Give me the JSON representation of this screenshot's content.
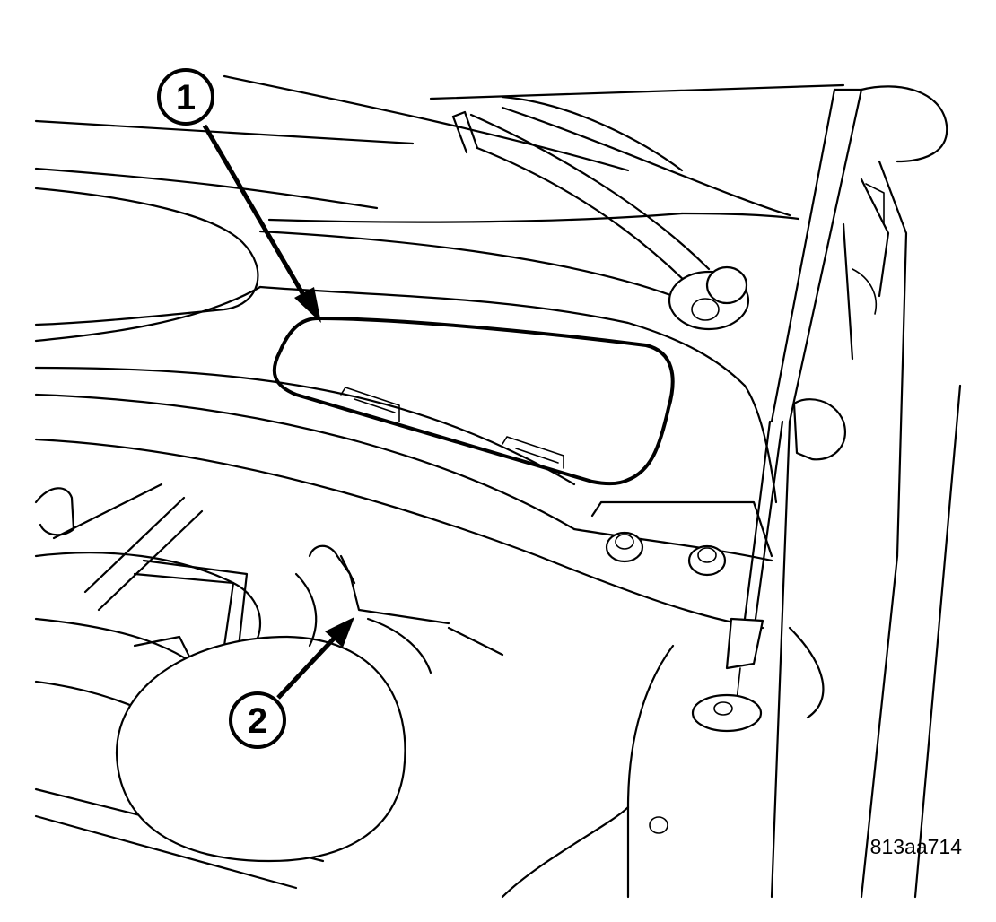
{
  "callouts": [
    {
      "number": "1",
      "target": "access-cover-opening"
    },
    {
      "number": "2",
      "target": "component-under-cowl"
    }
  ],
  "figure_id": "813aa714",
  "colors": {
    "line": "#000000",
    "background": "#ffffff"
  }
}
